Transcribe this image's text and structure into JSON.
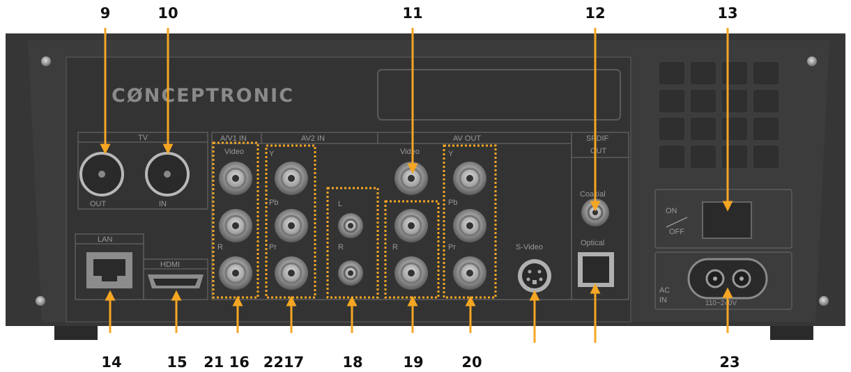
{
  "brand": "CØNCEPTRONIC",
  "panel_labels": {
    "tv": "TV",
    "tv_out": "OUT",
    "tv_in": "IN",
    "lan": "LAN",
    "hdmi": "HDMI",
    "av1_in": "A/V1 IN",
    "av1_video": "Video",
    "av1_r": "R",
    "av2_in": "AV2 IN",
    "av2_y": "Y",
    "av2_pb": "Pb",
    "av2_pr": "Pr",
    "av2_l": "L",
    "av2_r": "R",
    "av_out": "AV OUT",
    "avout_video": "Video",
    "avout_r": "R",
    "avout_y": "Y",
    "avout_pb": "Pb",
    "avout_pr": "Pr",
    "svideo": "S-Video",
    "spdif_line1": "SPDIF",
    "spdif_line2": "OUT",
    "coaxial": "Coaxial",
    "optical": "Optical",
    "on": "ON",
    "off": "OFF",
    "ac": "AC",
    "ac_in": "IN",
    "voltage": "110~240V"
  },
  "callouts": {
    "n9": "9",
    "n10": "10",
    "n11": "11",
    "n12": "12",
    "n13": "13",
    "n14": "14",
    "n15": "15",
    "n21_16": "21 16",
    "n22_17": "2217",
    "n18": "18",
    "n19": "19",
    "n20": "20",
    "n23": "23"
  },
  "colors": {
    "panel": "#3a3a3a",
    "panel_dark": "#2e2e2e",
    "arrow": "#f5a623",
    "dotted_box": "#f5a623",
    "text": "#111111"
  }
}
